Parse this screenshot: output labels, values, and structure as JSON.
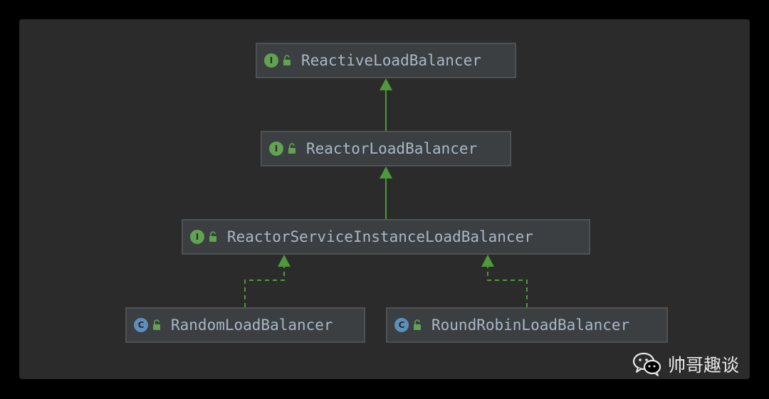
{
  "nodes": [
    {
      "id": "reactive",
      "label": "ReactiveLoadBalancer",
      "kind": "interface",
      "badge": "I",
      "icon": "interface-icon"
    },
    {
      "id": "reactor",
      "label": "ReactorLoadBalancer",
      "kind": "interface",
      "badge": "I",
      "icon": "interface-icon"
    },
    {
      "id": "service",
      "label": "ReactorServiceInstanceLoadBalancer",
      "kind": "interface",
      "badge": "I",
      "icon": "interface-icon"
    },
    {
      "id": "random",
      "label": "RandomLoadBalancer",
      "kind": "class",
      "badge": "C",
      "icon": "class-icon"
    },
    {
      "id": "roundrobin",
      "label": "RoundRobinLoadBalancer",
      "kind": "class",
      "badge": "C",
      "icon": "class-icon"
    }
  ],
  "edges": [
    {
      "from": "reactor",
      "to": "reactive",
      "type": "extends"
    },
    {
      "from": "service",
      "to": "reactor",
      "type": "extends"
    },
    {
      "from": "random",
      "to": "service",
      "type": "implements"
    },
    {
      "from": "roundrobin",
      "to": "service",
      "type": "implements"
    }
  ],
  "watermark": {
    "text": "帅哥趣谈",
    "icon": "wechat-icon"
  },
  "colors": {
    "background": "#2b2b2b",
    "node_fill": "#3c3f41",
    "node_border": "#4e5254",
    "text": "#a9b7c6",
    "arrow": "#4e9a3a",
    "interface_badge": "#62a253",
    "class_badge": "#5c8fbc"
  }
}
